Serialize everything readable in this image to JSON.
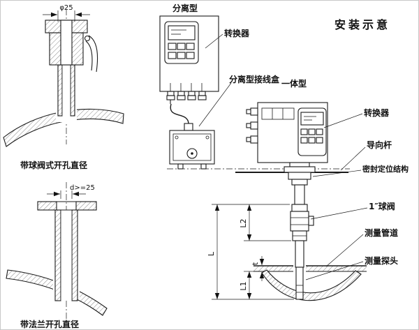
{
  "title": "安装示意",
  "left_panel": {
    "dim_phi25": "φ25",
    "caption_ball_valve": "带球阀式开孔直径",
    "dim_d25": "d>=25",
    "caption_flange": "带法兰开孔直径"
  },
  "center_panel": {
    "separate_type": "分离型",
    "converter": "转换器",
    "junction_box": "分离型接线盒"
  },
  "right_panel": {
    "integrated_type": "一体型",
    "converter": "转换器",
    "guide_rod": "导向杆",
    "seal_structure": "密封定位结构",
    "ball_valve": "1″球阀",
    "measuring_pipe": "测量管道",
    "measuring_probe": "测量探头"
  },
  "dims": {
    "L": "L",
    "L1": "L1",
    "L2": "L2",
    "t": "t"
  },
  "colors": {
    "line": "#1a1a1a",
    "background": "#ffffff"
  }
}
